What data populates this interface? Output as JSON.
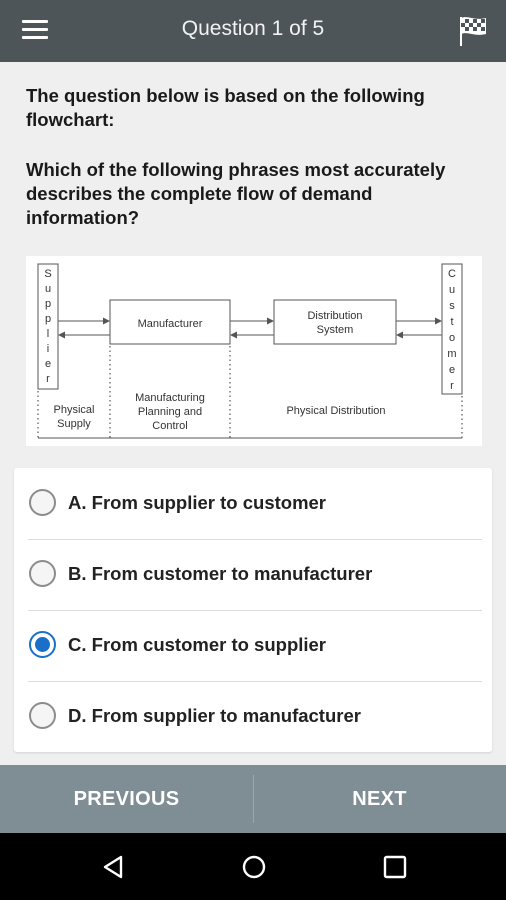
{
  "appbar": {
    "title": "Question 1 of 5",
    "menu_icon": "hamburger-menu-icon",
    "flag_icon": "checkered-flag-icon"
  },
  "question": {
    "intro": "The question below is based on the following flowchart:",
    "text": "Which of the following phrases most accurately describes the complete flow of demand information?"
  },
  "diagram": {
    "supplier_letters": [
      "S",
      "u",
      "p",
      "p",
      "l",
      "i",
      "e",
      "r"
    ],
    "customer_letters": [
      "C",
      "u",
      "s",
      "t",
      "o",
      "m",
      "e",
      "r"
    ],
    "manufacturer": "Manufacturer",
    "distribution_line1": "Distribution",
    "distribution_line2": "System",
    "physical_supply_line1": "Physical",
    "physical_supply_line2": "Supply",
    "mpc_line1": "Manufacturing",
    "mpc_line2": "Planning and",
    "mpc_line3": "Control",
    "physical_distribution": "Physical Distribution"
  },
  "options": [
    {
      "label": "A. From supplier to customer",
      "selected": false
    },
    {
      "label": "B. From customer to manufacturer",
      "selected": false
    },
    {
      "label": "C. From customer to supplier",
      "selected": true
    },
    {
      "label": "D. From supplier to manufacturer",
      "selected": false
    }
  ],
  "footer": {
    "previous": "PREVIOUS",
    "next": "NEXT"
  },
  "colors": {
    "appbar": "#4d5558",
    "footer": "#7f8d95",
    "accent": "#1a6fc9",
    "background": "#efefef"
  }
}
